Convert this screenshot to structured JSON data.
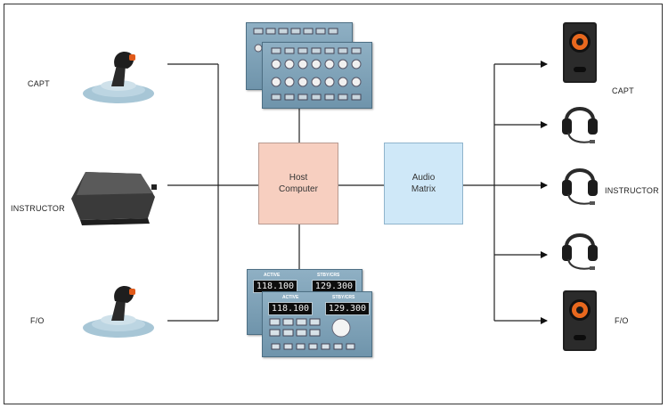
{
  "labels": {
    "capt_in": "CAPT",
    "instructor_in": "INSTRUCTOR",
    "fo_in": "F/O",
    "capt_out": "CAPT",
    "instructor_out": "INSTRUCTOR",
    "fo_out": "F/O"
  },
  "host": {
    "label": "Host\nComputer"
  },
  "audio": {
    "label": "Audio\nMatrix"
  },
  "radio_panel": {
    "active_label": "ACTIVE",
    "stby_label": "STBY/CRS",
    "active_freq": "118.100",
    "stby_freq": "129.300"
  },
  "icons": [
    "joystick-icon",
    "foot-pedal-icon",
    "audio-panel-icon",
    "radio-panel-icon",
    "speaker-icon",
    "headset-icon"
  ],
  "colors": {
    "host_fill": "#f7cfc0",
    "audio_fill": "#cfe8f8",
    "panel": "#7d9fb4"
  }
}
